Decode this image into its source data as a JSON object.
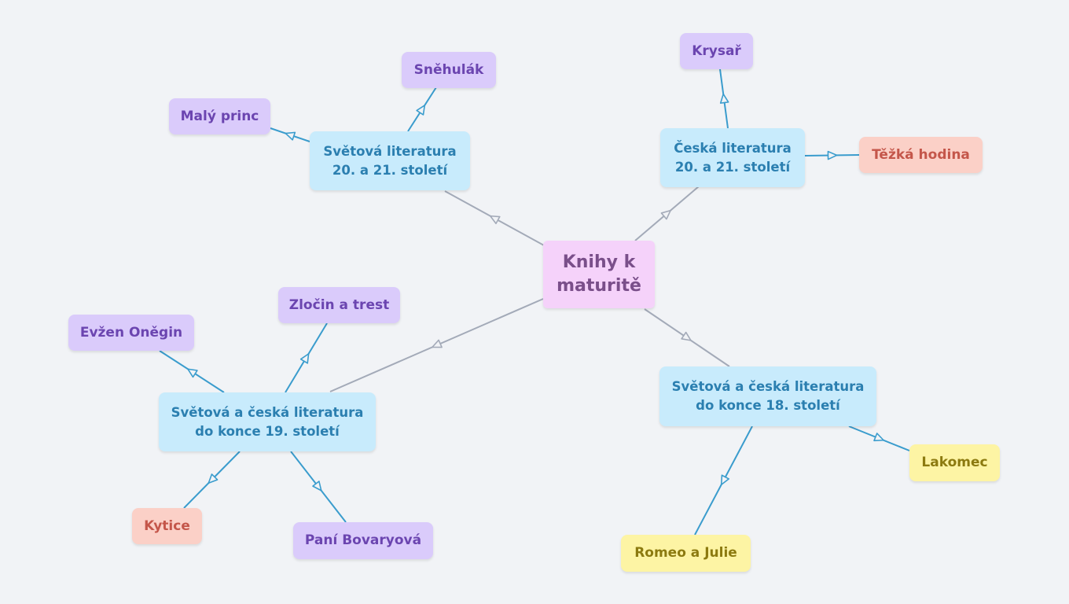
{
  "mindmap": {
    "title": "Knihy k maturitě",
    "topics": {
      "svetova_20_21": "Světová literatura 20. a 21. století",
      "ceska_20_21": "Česká literatura 20. a 21. století",
      "svetova_ceska_19": "Světová a česká literatura do konce 19. století",
      "svetova_ceska_18": "Světová a česká literatura do konce 18. století"
    },
    "books": {
      "snehulak": "Sněhulák",
      "maly_princ": "Malý princ",
      "krysar": "Krysař",
      "tezka_hodina": "Těžká hodina",
      "zlocin_a_trest": "Zločin a trest",
      "evzen_onegin": "Evžen Oněgin",
      "kytice": "Kytice",
      "pani_bovaryova": "Paní Bovaryová",
      "lakomec": "Lakomec",
      "romeo_a_julie": "Romeo a Julie"
    },
    "colors": {
      "background": "#f1f3f6",
      "center_fill": "#f5d2fa",
      "topic_fill": "#c8ebfc",
      "world_book_fill": "#dacbfb",
      "czech_book_fill": "#fbd0c7",
      "old_book_fill": "#fdf4a4",
      "main_edge": "#a3aab8",
      "sub_edge": "#3a9ccd"
    }
  }
}
